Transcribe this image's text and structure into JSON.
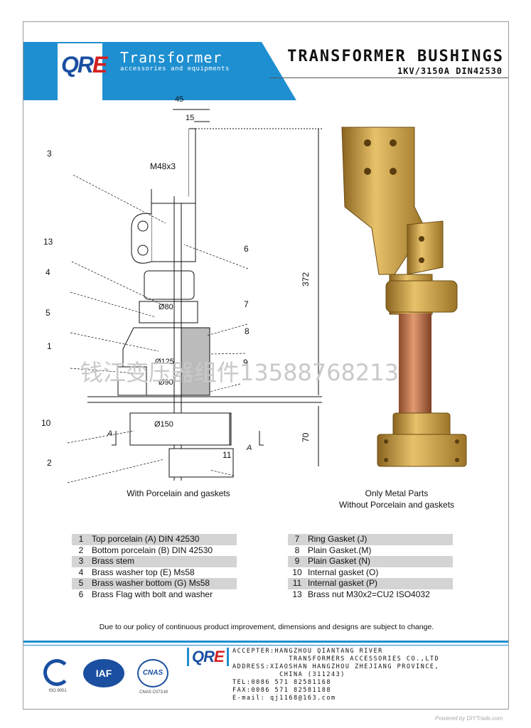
{
  "header": {
    "logo_main": "QR",
    "logo_accent": "E",
    "brand_line1": "Transformer",
    "brand_line2": "accessories and equipments",
    "title": "TRANSFORMER BUSHINGS",
    "subtitle": "1KV/3150A DIN42530"
  },
  "drawing": {
    "dims": {
      "d45": "45",
      "d15": "15",
      "thread": "M48x3",
      "d372": "372",
      "d70": "70",
      "dia80": "Ø80",
      "dia125": "Ø125",
      "dia90": "Ø90",
      "dia150": "Ø150",
      "sectionA1": "A",
      "sectionA2": "A"
    },
    "callouts": [
      "3",
      "13",
      "4",
      "5",
      "1",
      "10",
      "2",
      "6",
      "7",
      "8",
      "9",
      "11"
    ]
  },
  "watermark": "钱江变压器组件13588768213",
  "captions": {
    "left": "With Porcelain and gaskets",
    "right_line1": "Only Metal Parts",
    "right_line2": "Without Porcelain and gaskets"
  },
  "parts_left": [
    {
      "num": "1",
      "text": "Top porcelain (A) DIN 42530",
      "shaded": true
    },
    {
      "num": "2",
      "text": "Bottom porcelain (B) DIN 42530",
      "shaded": false
    },
    {
      "num": "3",
      "text": "Brass stem",
      "shaded": true
    },
    {
      "num": "4",
      "text": "Brass washer top (E) Ms58",
      "shaded": false
    },
    {
      "num": "5",
      "text": "Brass washer bottom (G) Ms58",
      "shaded": true
    },
    {
      "num": "6",
      "text": "Brass Flag with bolt and washer",
      "shaded": false
    }
  ],
  "parts_right": [
    {
      "num": "7",
      "text": "Ring Gasket (J)",
      "shaded": true
    },
    {
      "num": "8",
      "text": "Plain Gasket.(M)",
      "shaded": false
    },
    {
      "num": "9",
      "text": "Plain Gasket (N)",
      "shaded": true
    },
    {
      "num": "10",
      "text": "Internal gasket (O)",
      "shaded": false
    },
    {
      "num": "11",
      "text": "Internal gasket (P)",
      "shaded": true
    },
    {
      "num": "13",
      "text": "Brass nut M30x2=CU2 ISO4032",
      "shaded": false
    }
  ],
  "note": "Due to our policy of continuous product improvement, dimensions and designs are subject to change.",
  "footer": {
    "logo_main": "QR",
    "logo_accent": "E",
    "contact": "ACCEPTER:HANGZHOU QIANTANG RIVER\n            TRANSFORMERS ACCESSORIES CO.,LTD\nADDRESS:XIAOSHAN HANGZHOU ZHEJIANG PROVINCE,\n          CHINA (311243)\nTEL:0086 571 82581168\nFAX:0086 571 82581188\nE-mail: qj1168@163.com",
    "cert1": "ISO 9001",
    "cert2": "IAF",
    "cert3": "CNAS",
    "cert3_sub": "CNAS C073-M",
    "powered": "Powered by DIYTrade.com"
  },
  "colors": {
    "accent": "#1e8fd0",
    "logo_blue": "#1b4fa0",
    "logo_red": "#d42020",
    "brass": "#d4a24a",
    "copper": "#c4734a"
  }
}
